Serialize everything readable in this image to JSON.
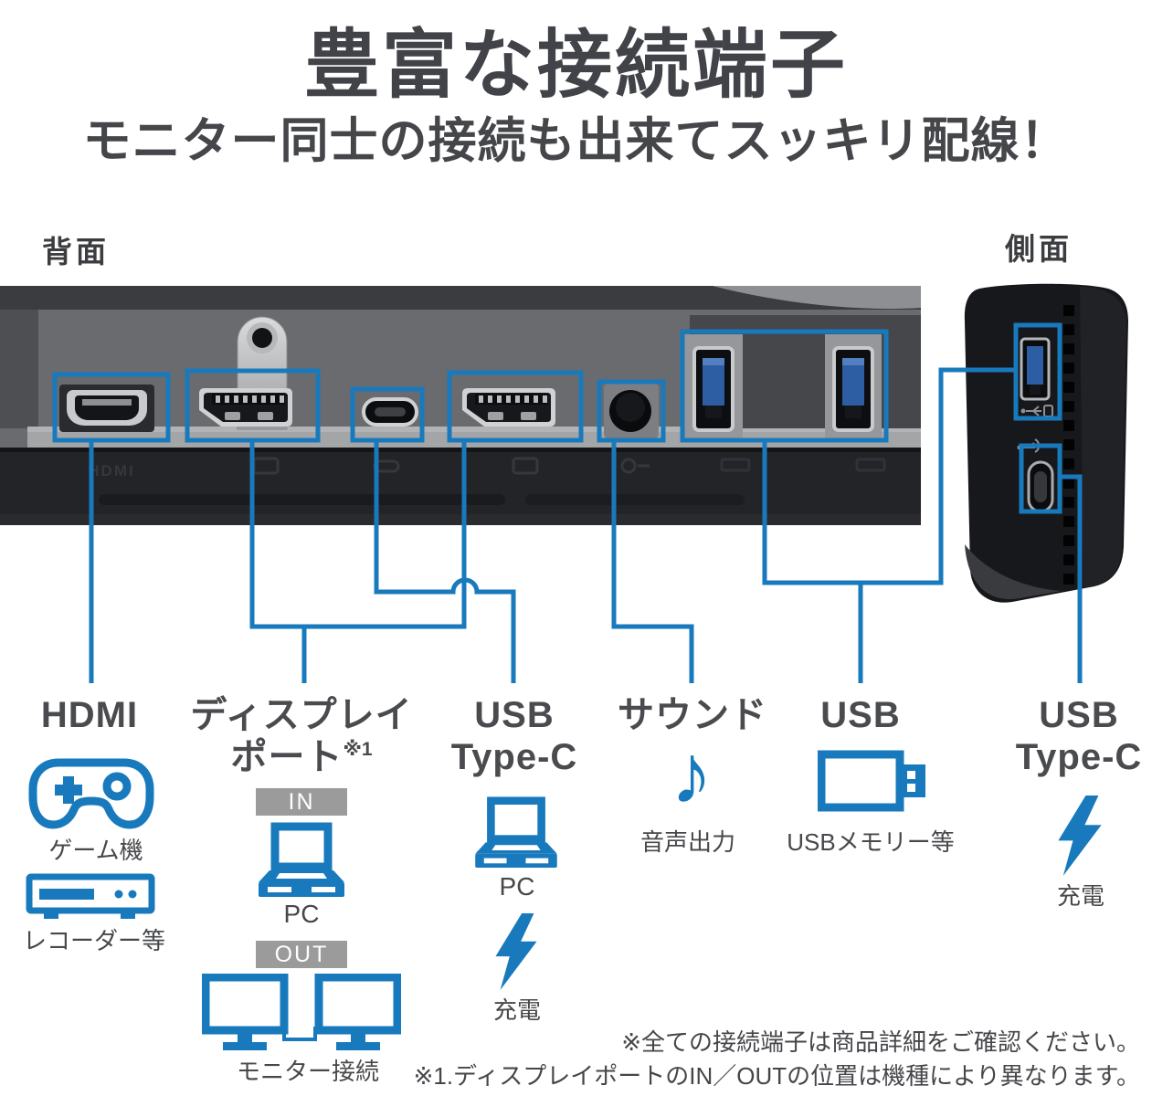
{
  "title": "豊富な接続端子",
  "subtitle": "モニター同士の接続も出来てスッキリ配線！",
  "views": {
    "back": "背面",
    "side": "側面"
  },
  "badges": {
    "in": "IN",
    "out": "OUT"
  },
  "icons": {
    "music_note": "♪"
  },
  "columns": [
    {
      "id": "hdmi",
      "label": "HDMI",
      "captions": [
        "ゲーム機",
        "レコーダー等"
      ]
    },
    {
      "id": "displayport",
      "label_line1": "ディスプレイ",
      "label_line2": "ポート",
      "note": "※1",
      "captions": [
        "PC",
        "モニター接続"
      ]
    },
    {
      "id": "usb-type-c-back",
      "label_line1": "USB",
      "label_line2": "Type-C",
      "captions": [
        "PC",
        "充電"
      ]
    },
    {
      "id": "sound",
      "label": "サウンド",
      "captions": [
        "音声出力"
      ]
    },
    {
      "id": "usb",
      "label": "USB",
      "captions": [
        "USBメモリー等"
      ]
    },
    {
      "id": "usb-type-c-side",
      "label_line1": "USB",
      "label_line2": "Type-C",
      "captions": [
        "充電"
      ]
    }
  ],
  "footnotes": [
    "※全ての接続端子は商品詳細をご確認ください。",
    "※1.ディスプレイポートのIN／OUTの位置は機種により異なります。"
  ],
  "colors": {
    "accent": "#187abc",
    "badge_gray": "#9b9b9b",
    "title_text": "#414348",
    "body_text": "#47484b"
  }
}
